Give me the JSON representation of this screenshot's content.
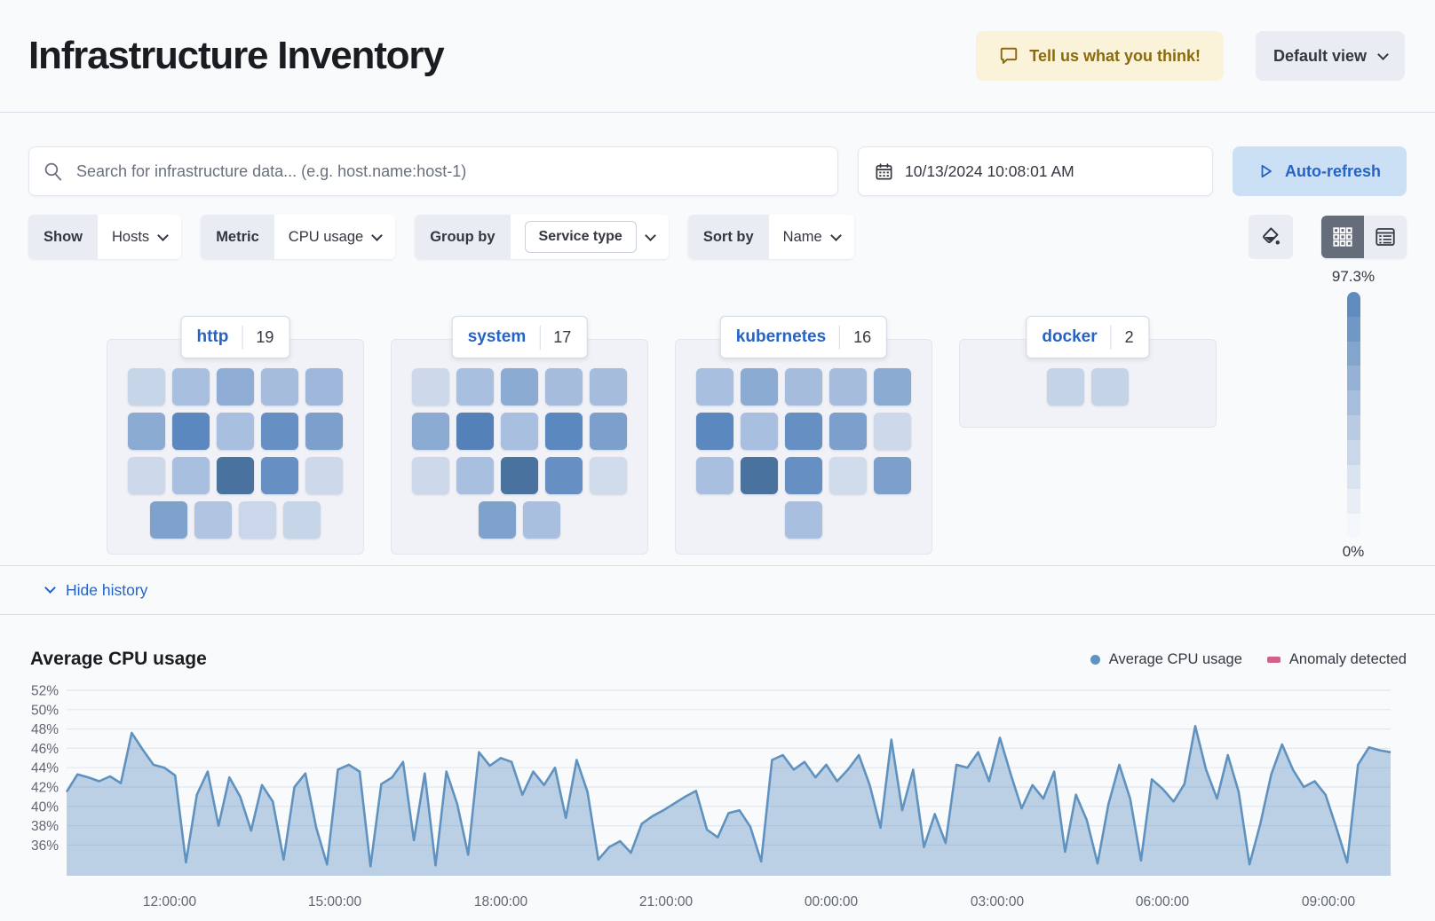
{
  "header": {
    "title": "Infrastructure Inventory",
    "feedback_label": "Tell us what you think!",
    "view_label": "Default view"
  },
  "toolbar": {
    "search_placeholder": "Search for infrastructure data... (e.g. host.name:host-1)",
    "datetime": "10/13/2024 10:08:01 AM",
    "autorefresh_label": "Auto-refresh"
  },
  "filters": {
    "show_label": "Show",
    "show_value": "Hosts",
    "metric_label": "Metric",
    "metric_value": "CPU usage",
    "groupby_label": "Group by",
    "groupby_value": "Service type",
    "sortby_label": "Sort by",
    "sortby_value": "Name"
  },
  "legend": {
    "max": "97.3%",
    "min": "0%",
    "colors": [
      "#5E8CBE",
      "#6F98C6",
      "#82A4CD",
      "#95B1D5",
      "#A7BDDC",
      "#B9CAE3",
      "#CAD6EA",
      "#DAE3F0",
      "#E8EDF6",
      "#F4F7FB"
    ]
  },
  "groups": [
    {
      "name": "http",
      "count": "19",
      "rows": [
        [
          "#C7D5E9",
          "#A9BFDF",
          "#8FACD4",
          "#A5BCDD",
          "#9FB7DB"
        ],
        [
          "#8CABD2",
          "#5B88BE",
          "#A9BFDF",
          "#6690C4",
          "#7C9FCC"
        ],
        [
          "#CDD9EB",
          "#A9BFDF",
          "#4A729F",
          "#6690C4",
          "#CDD9EB"
        ],
        [
          "#7FA2CD",
          "#B1C5E2",
          "#CAD7EA",
          "#C7D5E9"
        ]
      ]
    },
    {
      "name": "system",
      "count": "17",
      "rows": [
        [
          "#CDD9EB",
          "#A9BFDF",
          "#8CABD2",
          "#A5BCDD",
          "#A5BCDD"
        ],
        [
          "#8CABD2",
          "#5482B8",
          "#A9BFDF",
          "#5B88BE",
          "#7C9FCC"
        ],
        [
          "#CDD9EB",
          "#A9BFDF",
          "#4A729F",
          "#6690C4",
          "#D0DBEC"
        ],
        [
          "#7FA2CD",
          "#A9BFDF"
        ]
      ]
    },
    {
      "name": "kubernetes",
      "count": "16",
      "rows": [
        [
          "#A9BFDF",
          "#8CABD2",
          "#A5BCDD",
          "#A5BCDD",
          "#8CABD2"
        ],
        [
          "#5B88BE",
          "#A9BFDF",
          "#6690C4",
          "#7C9FCC",
          "#CDD9EB"
        ],
        [
          "#A9BFDF",
          "#4A729F",
          "#6690C4",
          "#D0DBEC",
          "#7C9FCC"
        ],
        [
          "#A9BFDF"
        ]
      ]
    },
    {
      "name": "docker",
      "count": "2",
      "rows": [
        [
          "#C5D3E6",
          "#C5D3E6"
        ]
      ]
    }
  ],
  "history": {
    "toggle_label": "Hide history"
  },
  "chart": {
    "title": "Average CPU usage",
    "legend": [
      {
        "label": "Average CPU usage",
        "color": "#6092C0",
        "shape": "dot"
      },
      {
        "label": "Anomaly detected",
        "color": "#D36086",
        "shape": "bar"
      }
    ]
  },
  "chart_data": {
    "type": "area",
    "title": "Average CPU usage",
    "xticks": [
      "12:00:00",
      "15:00:00",
      "18:00:00",
      "21:00:00",
      "00:00:00",
      "03:00:00",
      "06:00:00",
      "09:00:00"
    ],
    "xtick_fractions": [
      0.0778,
      0.2028,
      0.3278,
      0.4528,
      0.5778,
      0.7028,
      0.8278,
      0.9528
    ],
    "yticks": [
      52,
      50,
      48,
      46,
      44,
      42,
      40,
      38,
      36
    ],
    "ytick_suffix": "%",
    "ylim": [
      32.8,
      53.2
    ],
    "grid": true,
    "legend_position": "top-right",
    "line_color": "#6092C0",
    "fill_opacity": 0.4,
    "anomaly_color": "#D36086",
    "series": [
      {
        "name": "Average CPU usage",
        "values": [
          41.5,
          43.3,
          43.0,
          42.6,
          43.1,
          42.4,
          47.6,
          45.9,
          44.3,
          44.0,
          43.2,
          34.2,
          41.2,
          43.6,
          38.0,
          43.0,
          41.0,
          37.5,
          42.2,
          40.5,
          34.5,
          42.0,
          43.4,
          37.8,
          34.0,
          43.8,
          44.3,
          43.6,
          33.8,
          42.3,
          43.0,
          44.6,
          36.5,
          43.4,
          33.9,
          43.6,
          40.2,
          35.0,
          45.6,
          44.2,
          45.0,
          44.6,
          41.2,
          43.6,
          42.2,
          44.0,
          38.8,
          44.8,
          41.5,
          34.5,
          35.8,
          36.4,
          35.2,
          38.2,
          39.0,
          39.6,
          40.3,
          41.0,
          41.6,
          37.6,
          36.8,
          39.3,
          39.6,
          37.9,
          34.3,
          44.8,
          45.3,
          43.8,
          44.6,
          43.0,
          44.3,
          42.6,
          43.8,
          45.3,
          42.2,
          37.8,
          46.9,
          39.6,
          43.8,
          35.8,
          39.2,
          36.2,
          44.3,
          44.0,
          45.6,
          42.6,
          47.1,
          43.3,
          39.8,
          42.2,
          40.8,
          43.6,
          35.3,
          41.2,
          38.6,
          34.1,
          40.2,
          44.3,
          40.8,
          34.4,
          42.8,
          41.8,
          40.5,
          42.3,
          48.3,
          43.8,
          40.8,
          45.3,
          41.5,
          34.0,
          38.2,
          43.3,
          46.4,
          43.8,
          42.0,
          42.6,
          41.2,
          37.8,
          34.2,
          44.3,
          46.1,
          45.8,
          45.6
        ]
      }
    ]
  }
}
